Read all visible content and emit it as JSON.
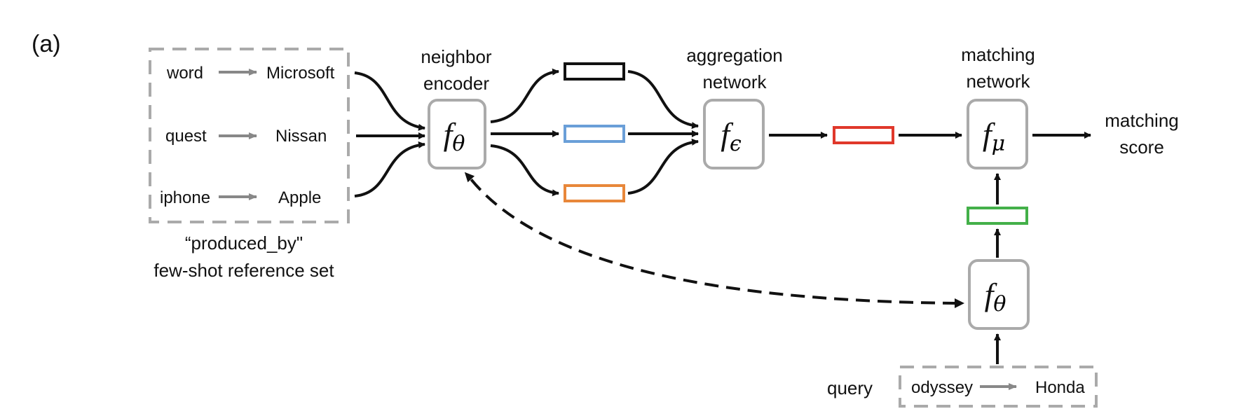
{
  "panel_label": "(a)",
  "reference_set": {
    "pairs": [
      {
        "head": "word",
        "tail": "Microsoft"
      },
      {
        "head": "quest",
        "tail": "Nissan"
      },
      {
        "head": "iphone",
        "tail": "Apple"
      }
    ],
    "caption_line1": "“produced_by\"",
    "caption_line2": "few-shot reference set"
  },
  "neighbor_encoder": {
    "label_line1": "neighbor",
    "label_line2": "encoder",
    "symbol": "f",
    "subscript": "θ"
  },
  "aggregation_network": {
    "label_line1": "aggregation",
    "label_line2": "network",
    "symbol": "f",
    "subscript": "ϵ"
  },
  "matching_network": {
    "label_line1": "matching",
    "label_line2": "network",
    "symbol": "f",
    "subscript": "μ"
  },
  "query_encoder": {
    "symbol": "f",
    "subscript": "θ"
  },
  "output": {
    "line1": "matching",
    "line2": "score"
  },
  "query": {
    "label": "query",
    "head": "odyssey",
    "tail": "Honda"
  },
  "colors": {
    "arrow": "#111111",
    "relation_arrow": "#888888",
    "box_border": "#aaaaaa",
    "dashed_border": "#aaaaaa",
    "embedding_black": "#111111",
    "embedding_blue": "#6a9fd8",
    "embedding_orange": "#e8873a",
    "embedding_red": "#e0382b",
    "embedding_green": "#43b049"
  }
}
